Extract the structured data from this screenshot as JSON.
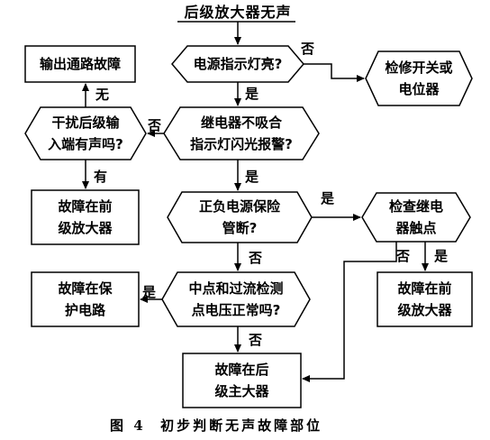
{
  "title": "后级放大器无声",
  "nodes": {
    "power_led": "电源指示灯亮?",
    "repair_switch": [
      "检修开关或",
      "电位器"
    ],
    "output_fault": "输出通路故障",
    "interfere_input": [
      "干扰后级输",
      "入端有声吗?"
    ],
    "relay_alarm": [
      "继电器不吸合",
      "指示灯闪光报警?"
    ],
    "fault_preamp_left": [
      "故障在前",
      "级放大器"
    ],
    "fuse_blown": [
      "正负电源保险",
      "管断?"
    ],
    "check_relay": [
      "检查继电",
      "器触点"
    ],
    "fault_protect": [
      "故障在保",
      "护电路"
    ],
    "midpoint_check": [
      "中点和过流检测",
      "点电压正常吗?"
    ],
    "fault_preamp_right": [
      "故障在前",
      "级放大器"
    ],
    "fault_main_amp": [
      "故障在后",
      "级主大器"
    ]
  },
  "edges": {
    "no": "否",
    "yes": "是",
    "none": "无",
    "has": "有"
  },
  "caption": "图 4  初步判断无声故障部位"
}
